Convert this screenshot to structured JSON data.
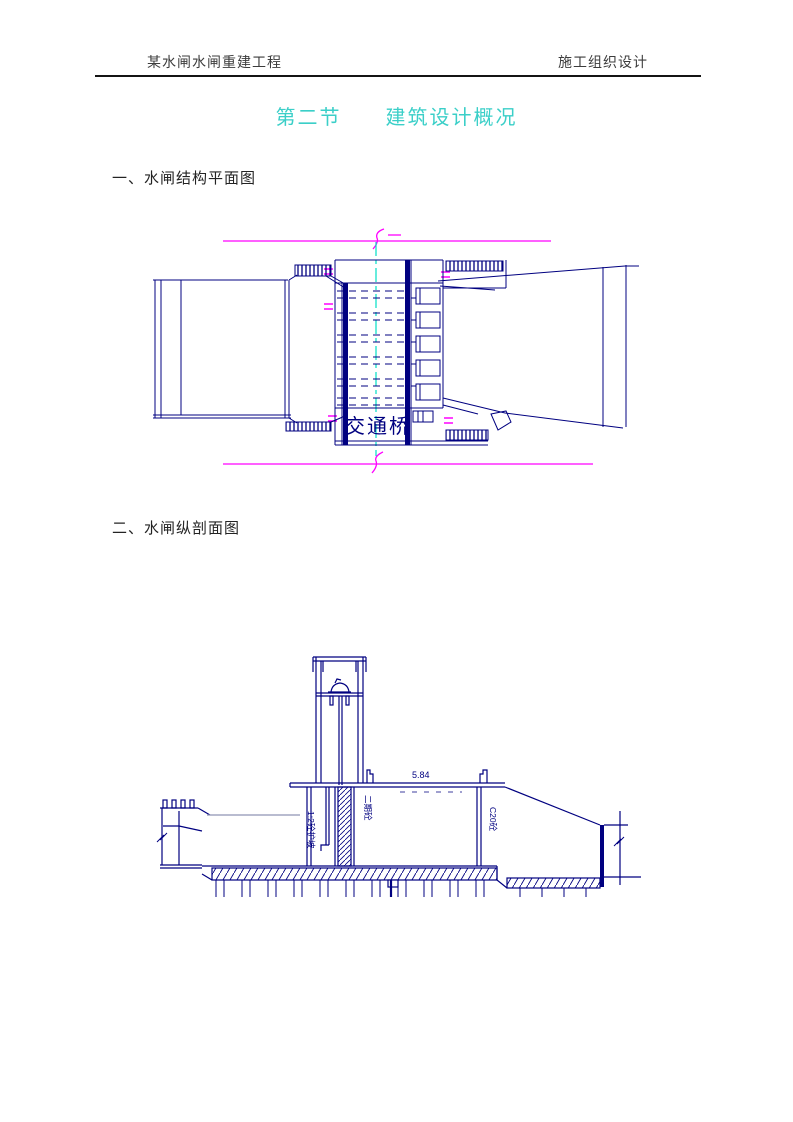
{
  "header": {
    "left": "某水闸水闸重建工程",
    "right": "施工组织设计"
  },
  "title": "第二节　　建筑设计概况",
  "sections": [
    {
      "heading": "一、水闸结构平面图"
    },
    {
      "heading": "二、水闸纵剖面图"
    }
  ],
  "plan_view": {
    "bridge_label": "交通桥"
  },
  "section_view": {
    "elevation_label": "5.84",
    "left_slope_label": "1:2砼护坡",
    "gate_label": "二期砼",
    "wall_label": "C20砼"
  },
  "colors": {
    "title_accent": "#3bcfc8",
    "cad_line": "#000080",
    "cad_magenta": "#ff00ff",
    "cad_centerline": "#00dfc6",
    "water_line": "#8f94b5"
  }
}
